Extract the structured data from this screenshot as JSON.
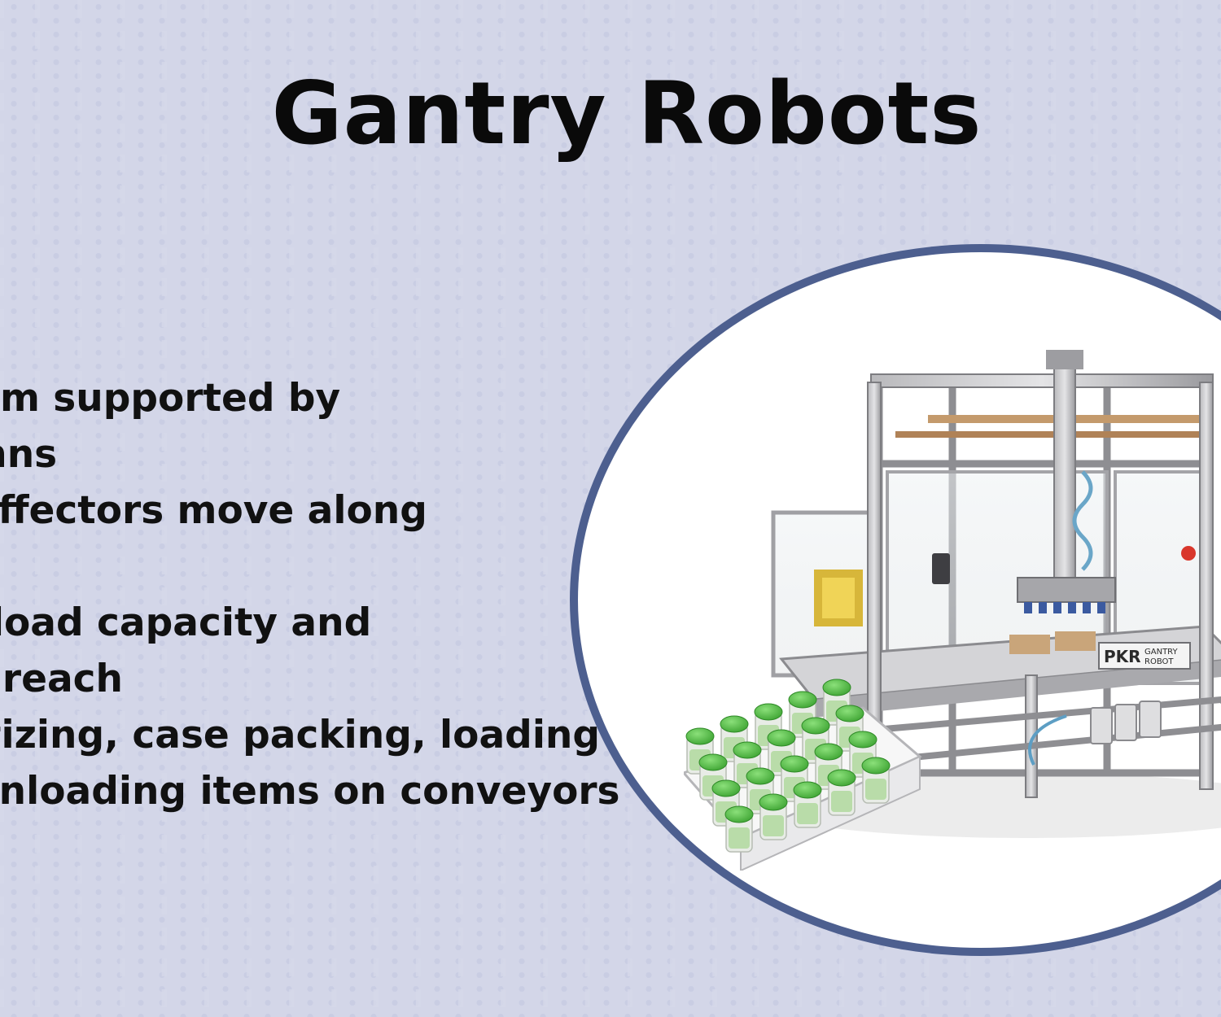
{
  "slide": {
    "title": "Gantry Robots",
    "bullets": [
      "A beam supported by",
      "columns",
      "End effectors move along",
      "",
      "High load capacity and",
      "large reach",
      "Palletizing, case packing, loading",
      "and unloading items on conveyors"
    ]
  },
  "machine": {
    "brand_text": "PKR",
    "badge_line1": "GANTRY",
    "badge_line2": "ROBOT"
  },
  "colors": {
    "frame_border": "#4d5f8f",
    "title": "#0a0a0a",
    "pattern": "#c9cde3",
    "bottle_cap": "#58c04a",
    "frame_metal": "#8e8e92"
  },
  "icons": [
    "gantry-robot-machine-photo"
  ]
}
